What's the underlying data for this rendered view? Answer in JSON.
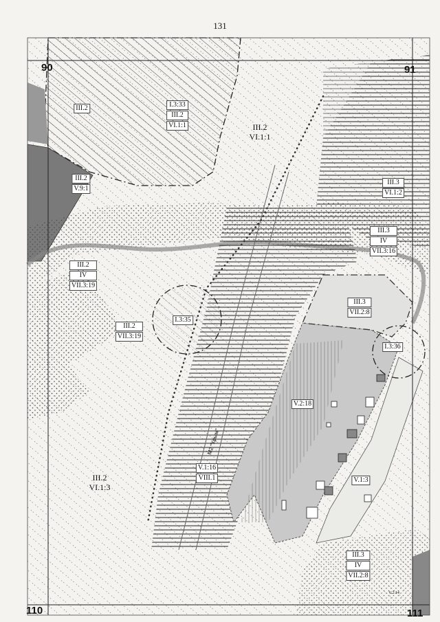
{
  "page": {
    "number": "131"
  },
  "grid": {
    "corner_tl": "90",
    "corner_tr": "91",
    "corner_bl": "110",
    "corner_br": "111"
  },
  "road_label": "M2 \"Крым\"",
  "zones": [
    {
      "lines": [
        "III.2"
      ],
      "boxed": true
    },
    {
      "lines": [
        "I.3:33",
        "III.2",
        "VI.1:1"
      ],
      "boxed": true
    },
    {
      "lines": [
        "III.2",
        "VI.1:1"
      ],
      "boxed": false,
      "large": true
    },
    {
      "lines": [
        "III.2",
        "V.9:1"
      ],
      "boxed": true
    },
    {
      "lines": [
        "III.3",
        "VI.1:2"
      ],
      "boxed": true
    },
    {
      "lines": [
        "III.3",
        "IV",
        "VII.3:16"
      ],
      "boxed": true
    },
    {
      "lines": [
        "III.2",
        "IV",
        "VII.3:19"
      ],
      "boxed": true
    },
    {
      "lines": [
        "III.3",
        "VII.2:8"
      ],
      "boxed": true
    },
    {
      "lines": [
        "I.3:35"
      ],
      "boxed": true
    },
    {
      "lines": [
        "III.2",
        "VII.3:19"
      ],
      "boxed": true
    },
    {
      "lines": [
        "I.3:36"
      ],
      "boxed": true
    },
    {
      "lines": [
        "V.2:18"
      ],
      "boxed": true
    },
    {
      "lines": [
        "V.1:16",
        "VIII.1"
      ],
      "boxed": true
    },
    {
      "lines": [
        "III.2",
        "VI.1:3"
      ],
      "boxed": false,
      "large": true
    },
    {
      "lines": [
        "V.1:3"
      ],
      "boxed": true
    },
    {
      "lines": [
        "III.3",
        "IV",
        "VII.2:8"
      ],
      "boxed": true
    },
    {
      "lines": [
        "V.2:14"
      ],
      "boxed": false
    }
  ],
  "colors": {
    "paper": "#f4f3ef",
    "ink": "#1a1a1a",
    "dark_zone": "#7a7a7a",
    "mid_zone": "#c9c9c9",
    "light_zone": "#e2e2e0"
  }
}
